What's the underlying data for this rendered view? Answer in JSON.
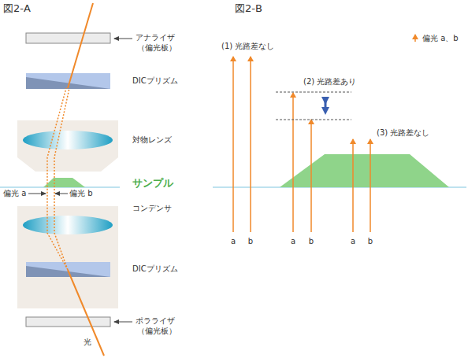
{
  "diagram": {
    "labels": [
      "図2-A",
      "アナライザ",
      "（偏光板）",
      "DICプリズム",
      "対物レンズ",
      "サンプル",
      "偏光 a",
      "偏光 b",
      "コンデンサ",
      "DICプリズム",
      "ポラライザ",
      "（偏光板）",
      "光",
      "図2-B",
      "(1) 光路差なし",
      "(2) 光路差あり",
      "(3) 光路差なし",
      "a",
      "b",
      "a",
      "b",
      "a",
      "b"
    ],
    "legend": [
      {
        "text": "偏光 a、b"
      }
    ]
  }
}
